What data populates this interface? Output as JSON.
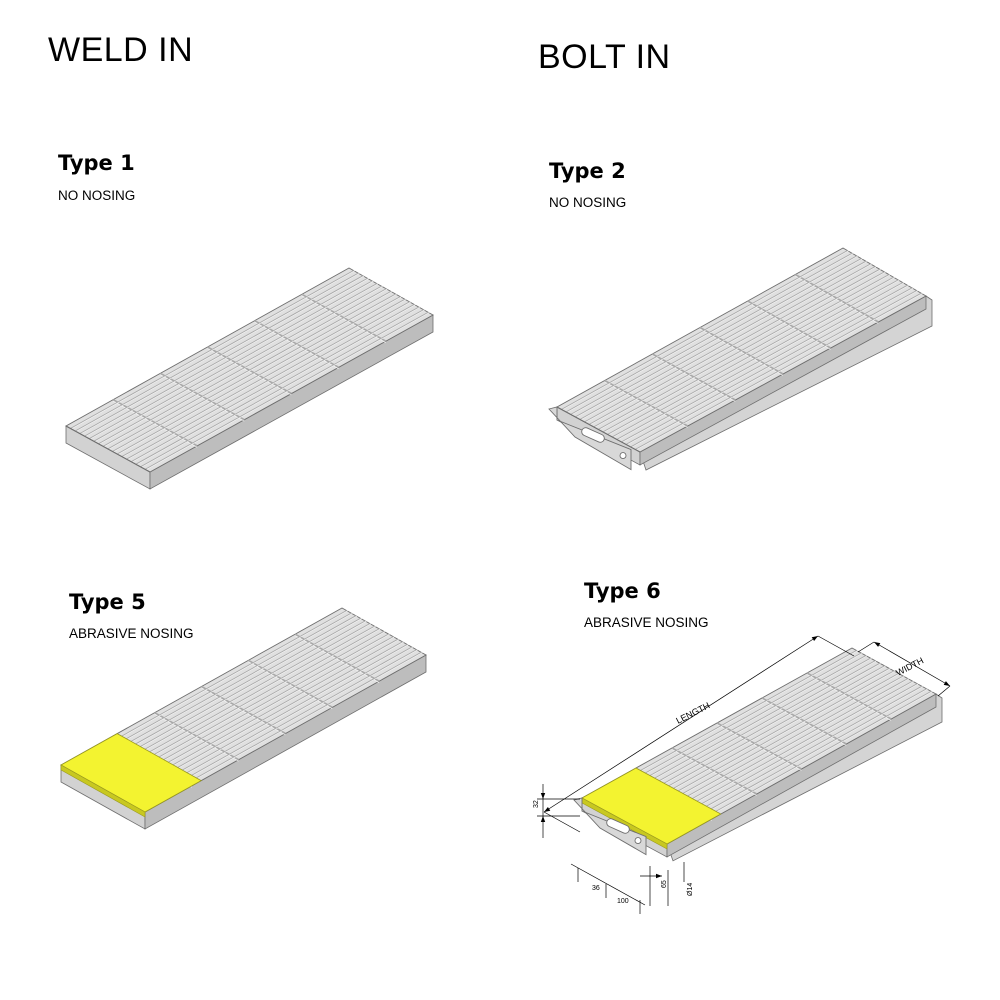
{
  "headings": {
    "weld_in": "WELD IN",
    "bolt_in": "BOLT IN"
  },
  "types": [
    {
      "title": "Type 1",
      "nosing": "NO NOSING"
    },
    {
      "title": "Type 2",
      "nosing": "NO NOSING"
    },
    {
      "title": "Type 5",
      "nosing": "ABRASIVE NOSING"
    },
    {
      "title": "Type 6",
      "nosing": "ABRASIVE NOSING"
    }
  ],
  "dimensions": {
    "length": "LENGTH",
    "width": "WIDTH",
    "height": "32",
    "slot_offset": "36",
    "slot_span": "100",
    "hole_offset": "65",
    "hole_dia": "Ø14"
  },
  "colors": {
    "grating": "#e0e0e0",
    "grating_dark": "#a9a9a9",
    "edge": "#6e6e6e",
    "nosing": "#f3f330",
    "nosing_dark": "#c8c820"
  }
}
